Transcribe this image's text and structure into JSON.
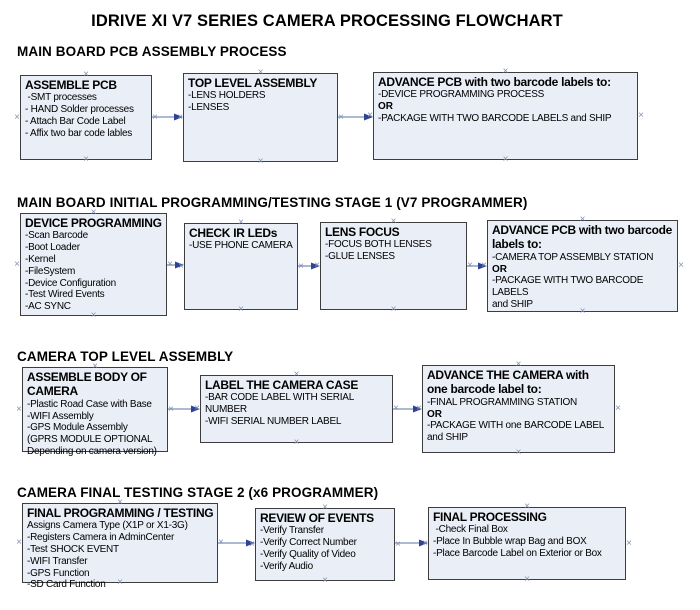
{
  "title": "IDRIVE XI V7 SERIES CAMERA PROCESSING FLOWCHART",
  "icons": {
    "connection_point": "×"
  },
  "colors": {
    "box_fill": "#eaeef7",
    "box_border": "#3d3d3d",
    "arrow_line": "#7d8fba",
    "arrow_head": "#2e4396",
    "cp": "#8391b4"
  },
  "sections": [
    {
      "heading": "MAIN BOARD PCB ASSEMBLY PROCESS",
      "boxes": [
        {
          "title": "ASSEMBLE PCB",
          "body": " -SMT processes\n- HAND Solder processes\n- Attach Bar Code Label\n- Affix two bar code lables"
        },
        {
          "title": "TOP LEVEL ASSEMBLY",
          "body": "-LENS HOLDERS\n-LENSES"
        },
        {
          "title": "ADVANCE PCB with two barcode labels to:",
          "body": "-DEVICE PROGRAMMING PROCESS",
          "or_label": "OR",
          "body2": "-PACKAGE WITH TWO BARCODE LABELS and SHIP"
        }
      ]
    },
    {
      "heading": "MAIN BOARD INITIAL PROGRAMMING/TESTING STAGE 1 (V7 PROGRAMMER)",
      "boxes": [
        {
          "title": "DEVICE PROGRAMMING",
          "body": "-Scan Barcode\n-Boot Loader\n-Kernel\n-FileSystem\n-Device Configuration\n-Test Wired Events\n-AC SYNC"
        },
        {
          "title": "CHECK IR LEDs",
          "body": "-USE PHONE CAMERA"
        },
        {
          "title": "LENS FOCUS",
          "body": "-FOCUS BOTH LENSES\n-GLUE LENSES"
        },
        {
          "title": "ADVANCE PCB with two barcode labels to:",
          "body": "-CAMERA TOP ASSEMBLY STATION",
          "or_label": "OR",
          "body2": "-PACKAGE WITH TWO BARCODE LABELS\nand SHIP"
        }
      ]
    },
    {
      "heading": "CAMERA TOP LEVEL ASSEMBLY",
      "boxes": [
        {
          "title": "ASSEMBLE BODY OF CAMERA",
          "body": "-Plastic Road Case with Base\n-WIFI Assembly\n-GPS Module Assembly\n(GPRS MODULE OPTIONAL\nDepending on camera version)"
        },
        {
          "title": "LABEL THE CAMERA CASE",
          "body": "-BAR CODE LABEL WITH SERIAL NUMBER\n-WIFI SERIAL NUMBER LABEL"
        },
        {
          "title": "ADVANCE THE CAMERA with one barcode label to:",
          "body": "-FINAL PROGRAMMING STATION",
          "or_label": "OR",
          "body2": "-PACKAGE WITH one BARCODE LABEL\nand SHIP"
        }
      ]
    },
    {
      "heading": "CAMERA FINAL TESTING STAGE 2 (x6 PROGRAMMER)",
      "boxes": [
        {
          "title": "FINAL PROGRAMMING / TESTING",
          "body": "Assigns Camera Type (X1P or X1-3G)\n-Registers Camera in AdminCenter\n-Test SHOCK EVENT\n-WIFI Transfer\n-GPS Function\n-SD Card Function"
        },
        {
          "title": "REVIEW OF EVENTS",
          "body": "-Verify Transfer\n-Verify Correct Number\n-Verify Quality of Video\n-Verify Audio"
        },
        {
          "title": "FINAL PROCESSING",
          "body": " -Check Final Box\n-Place In Bubble wrap Bag and BOX\n-Place Barcode Label on Exterior or Box"
        }
      ]
    }
  ]
}
